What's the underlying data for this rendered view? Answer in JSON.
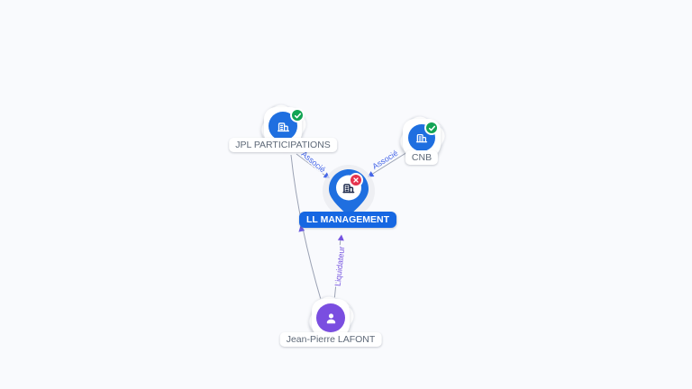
{
  "view": {
    "kind": "company-relations-network-graph",
    "background": "#f9fafd"
  },
  "nodes": [
    {
      "label": "JPL PARTICIPATIONS",
      "kind": "company",
      "icon": "building-icon",
      "status_badge": "verified-check",
      "accent": "#1f6fe0"
    },
    {
      "label": "CNB",
      "kind": "company",
      "icon": "building-icon",
      "status_badge": "verified-check",
      "accent": "#1f6fe0"
    },
    {
      "label": "LL MANAGEMENT",
      "kind": "company-focused-pin",
      "icon": "building-icon",
      "status_badge": "closed-cross",
      "accent": "#1667e2"
    },
    {
      "label": "Jean-Pierre LAFONT",
      "kind": "person",
      "icon": "person-icon",
      "status_badge": null,
      "accent": "#7a4ee0"
    }
  ],
  "edges": [
    {
      "from": "JPL PARTICIPATIONS",
      "to": "LL MANAGEMENT",
      "label": "Associé",
      "label_color": "#4566e8"
    },
    {
      "from": "CNB",
      "to": "LL MANAGEMENT",
      "label": "Associé",
      "label_color": "#4566e8"
    },
    {
      "from": "Jean-Pierre LAFONT",
      "to": "LL MANAGEMENT",
      "label": "Liquidateur",
      "label_color": "#7553e0"
    },
    {
      "from": "Jean-Pierre LAFONT",
      "to": "JPL PARTICIPATIONS",
      "label": "",
      "label_color": "#7553e0"
    }
  ],
  "colors": {
    "background": "#f9fafd",
    "company_blue": "#1f6fe0",
    "person_purple": "#7a4ee0",
    "badge_green": "#12a454",
    "badge_red": "#e5334d",
    "edge_gray": "#9aa1b3",
    "focus_label_blue": "#1667e2",
    "edge_label_blue": "#4566e8",
    "edge_label_purple": "#7553e0"
  }
}
